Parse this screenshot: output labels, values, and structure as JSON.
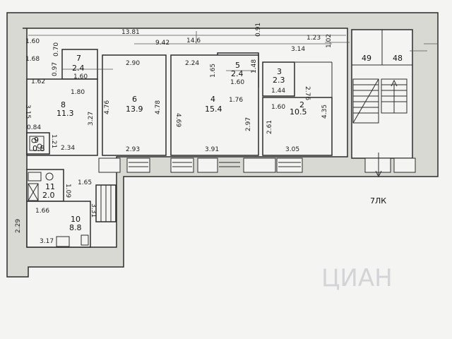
{
  "rooms": [
    {
      "number": "7",
      "area": "2.4",
      "dims": [
        "1.60",
        "0.97"
      ]
    },
    {
      "number": "6",
      "area": "13.9",
      "dims": [
        "2.90",
        "4.76",
        "4.78",
        "2.93"
      ]
    },
    {
      "number": "5",
      "area": "2.4",
      "dims": [
        "1.65",
        "1.60",
        "1.48"
      ]
    },
    {
      "number": "4",
      "area": "15.4",
      "dims": [
        "2.24",
        "1.76",
        "4.69",
        "2.97",
        "3.91"
      ]
    },
    {
      "number": "3",
      "area": "2.3",
      "dims": [
        "1.44",
        "2.76"
      ]
    },
    {
      "number": "2",
      "area": "10.5",
      "dims": [
        "1.60",
        "2.61",
        "4.35",
        "3.05"
      ]
    },
    {
      "number": "8",
      "area": "11.3",
      "dims": [
        "1.80",
        "3.27",
        "3.15",
        "1.62",
        "1.68",
        "1.60"
      ]
    },
    {
      "number": "9",
      "area": "0.8",
      "dims": [
        "0.84",
        "1.21"
      ]
    },
    {
      "number": "11",
      "area": "2.0",
      "dims": [
        "1.09",
        "1.65",
        "2.34"
      ]
    },
    {
      "number": "10",
      "area": "8.8",
      "dims": [
        "1.66",
        "3.31",
        "2.29",
        "3.17"
      ]
    },
    {
      "number": "49",
      "area": "",
      "dims": []
    },
    {
      "number": "48",
      "area": "",
      "dims": []
    }
  ],
  "top_dims": [
    "13.81",
    "9.42",
    "14.6",
    "0.91",
    "3.14",
    "1.23",
    "0.70",
    "1.02"
  ],
  "stair_label": "7ЛК",
  "watermark": "ЦИАН"
}
